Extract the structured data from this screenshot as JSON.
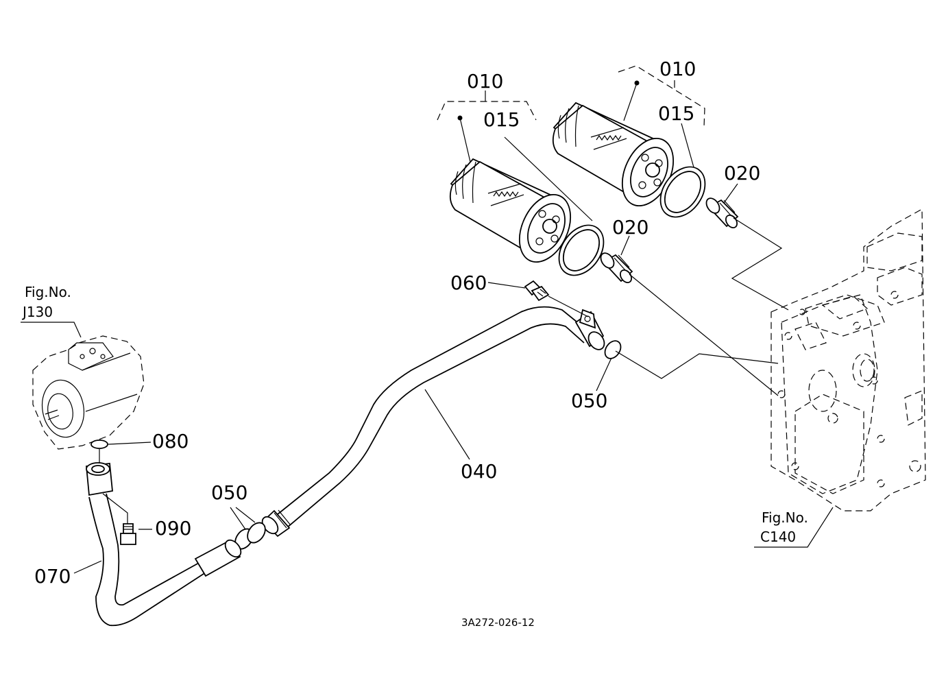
{
  "callouts": {
    "c010_left": "010",
    "c015_left": "015",
    "c010_right": "010",
    "c015_right": "015",
    "c020_right": "020",
    "c020_left": "020",
    "c060": "060",
    "c050_right": "050",
    "c040": "040",
    "c080": "080",
    "c090": "090",
    "c050_left": "050",
    "c070": "070"
  },
  "fig_refs": {
    "left_line1": "Fig.No.",
    "left_line2": "J130",
    "right_line1": "Fig.No.",
    "right_line2": "C140"
  },
  "drawing_number": "3A272-026-12"
}
